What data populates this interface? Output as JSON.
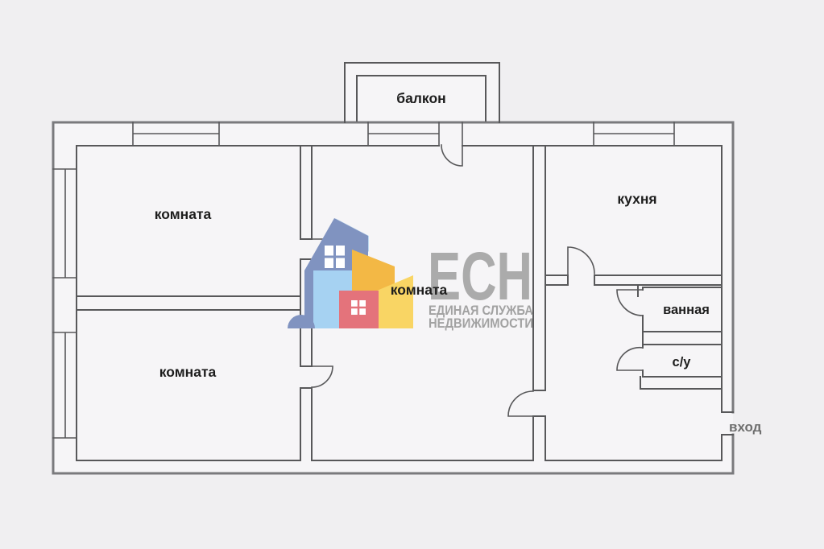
{
  "rooms": {
    "balcony": "балкон",
    "room_top_left": "комната",
    "room_center": "комната",
    "room_bottom_left": "комната",
    "kitchen": "кухня",
    "bathroom": "ванная",
    "wc": "с/у"
  },
  "entrance_label": "вход",
  "logo": {
    "name": "ЕСН",
    "tagline1": "ЕДИНАЯ СЛУЖБА",
    "tagline2": "НЕДВИЖИМОСТИ"
  },
  "colors": {
    "background": "#f0eff1",
    "room_fill": "#f6f5f7",
    "wall": "#58585a",
    "outer_wall": "#7a7a7d",
    "label": "#1d1d1d",
    "entrance_text": "#6e6e6e",
    "logo_gray": "#9b9b9b",
    "building_slate": "#8093c0",
    "building_sky": "#bcd7ee",
    "building_lightblue": "#a6d2f2",
    "building_orange": "#f3b845",
    "building_paleyellow": "#f9d564",
    "building_red": "#e4737b"
  }
}
